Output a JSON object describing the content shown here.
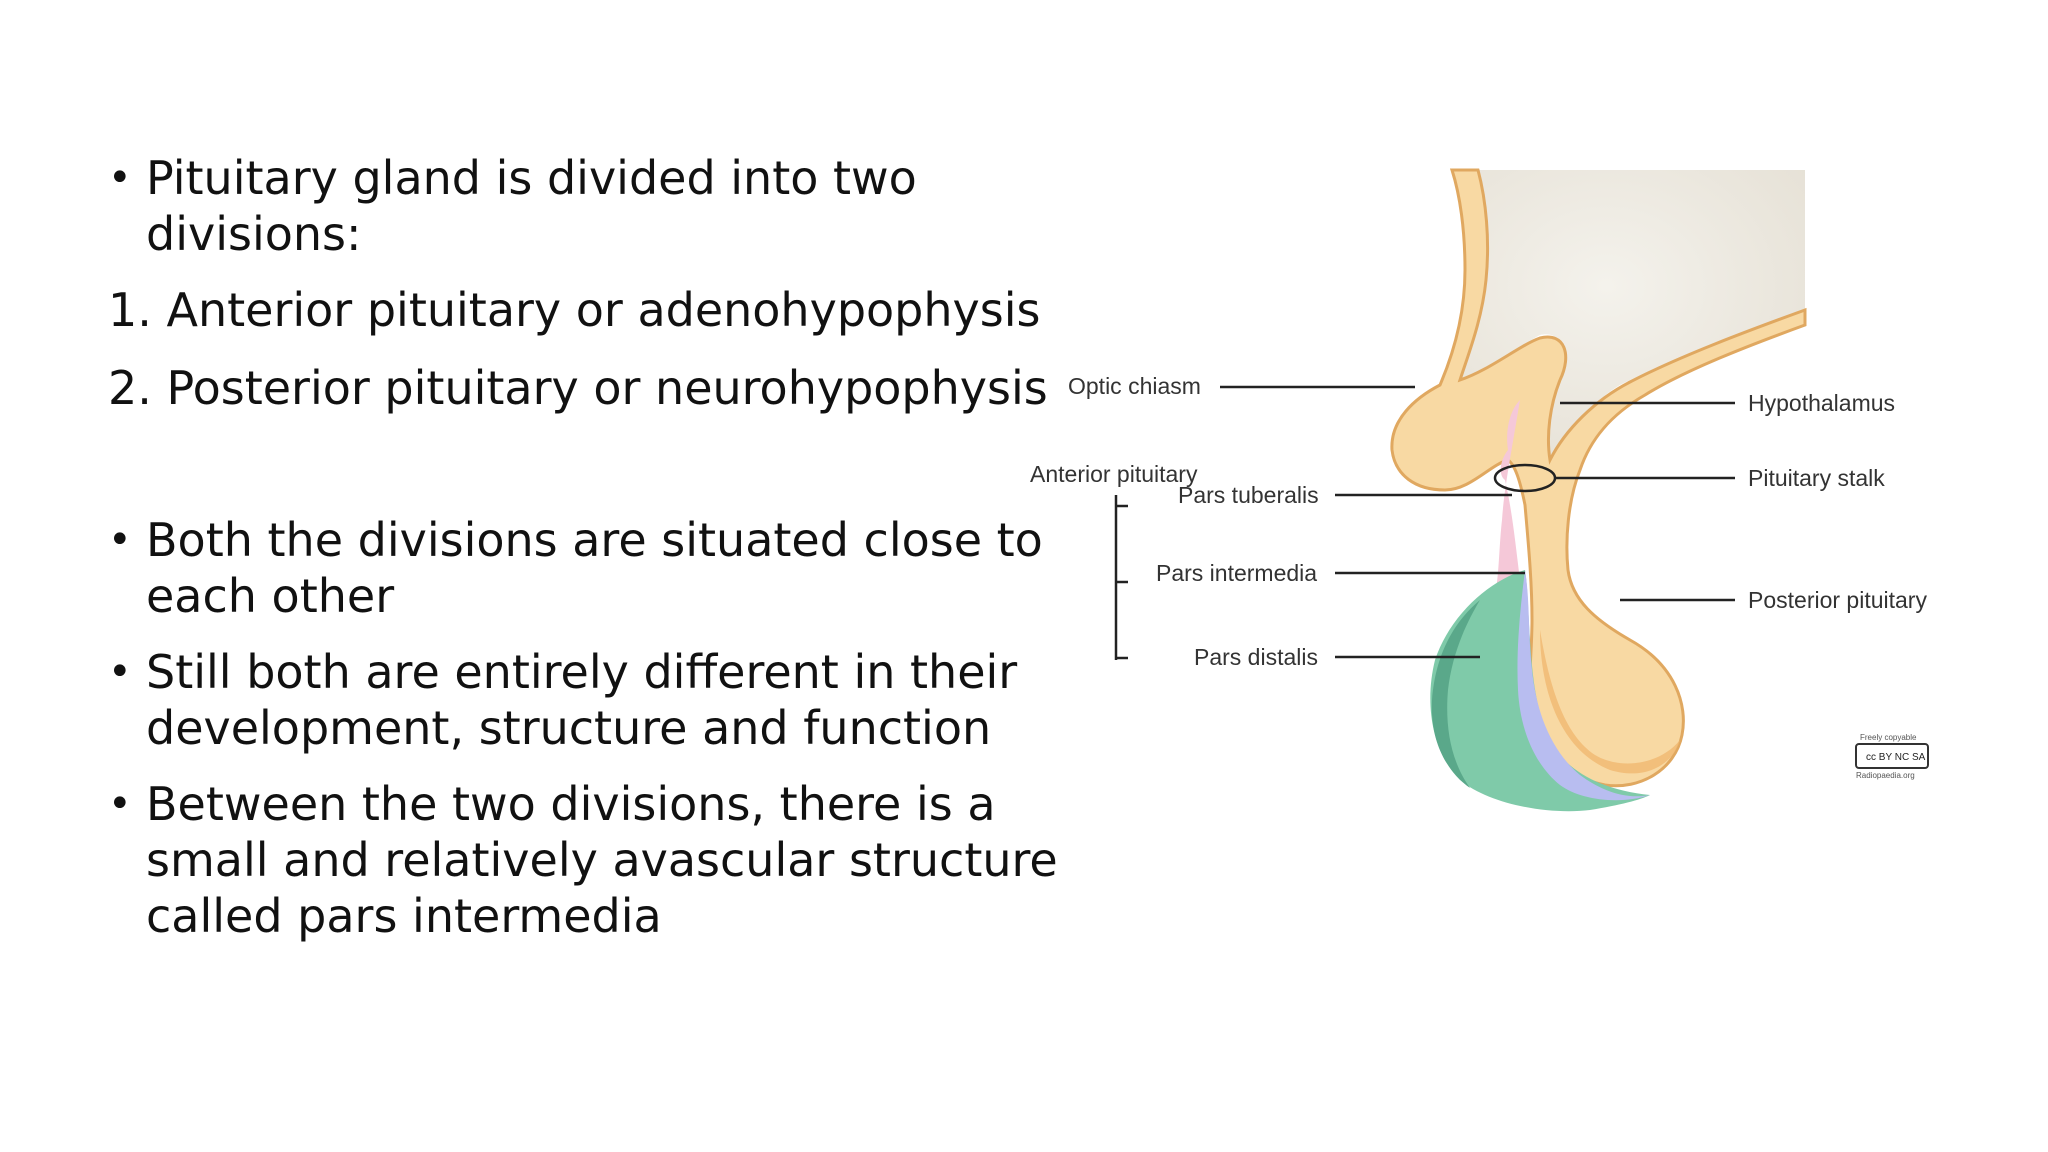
{
  "slide": {
    "items": [
      {
        "kind": "bullet",
        "text": "Pituitary gland is divided into two divisions:"
      },
      {
        "kind": "numbered",
        "text": "1. Anterior pituitary or adenohypophysis"
      },
      {
        "kind": "numbered",
        "text": "2. Posterior pituitary or neurohypophysis"
      },
      {
        "kind": "bullet",
        "text": "Both the divisions are situated close to each other"
      },
      {
        "kind": "bullet",
        "text": "Still both are entirely different in their development, structure and function"
      },
      {
        "kind": "bullet",
        "text": "Between the two divisions, there is a small and relatively avascular structure called pars intermedia"
      }
    ],
    "bullet_glyph": "•"
  },
  "diagram": {
    "labels": {
      "optic_chiasm": "Optic chiasm",
      "hypothalamus": "Hypothalamus",
      "anterior_pituitary": "Anterior pituitary",
      "pars_tuberalis": "Pars tuberalis",
      "pituitary_stalk": "Pituitary stalk",
      "pars_intermedia": "Pars intermedia",
      "posterior_pituitary": "Posterior pituitary",
      "pars_distalis": "Pars distalis"
    },
    "license_badge": {
      "top": "Freely copyable",
      "badge": "cc BY NC SA",
      "bottom": "Radiopaedia.org"
    },
    "colors": {
      "hypothalamus_fill": "#ece8df",
      "neural_tissue": "#f8d9a3",
      "neural_outline": "#e0a860",
      "pars_tuberalis": "#f5c8d8",
      "pars_intermedia": "#b8bdf0",
      "pars_distalis": "#7fcaa9",
      "pars_distalis_dark": "#5aa88a"
    }
  }
}
